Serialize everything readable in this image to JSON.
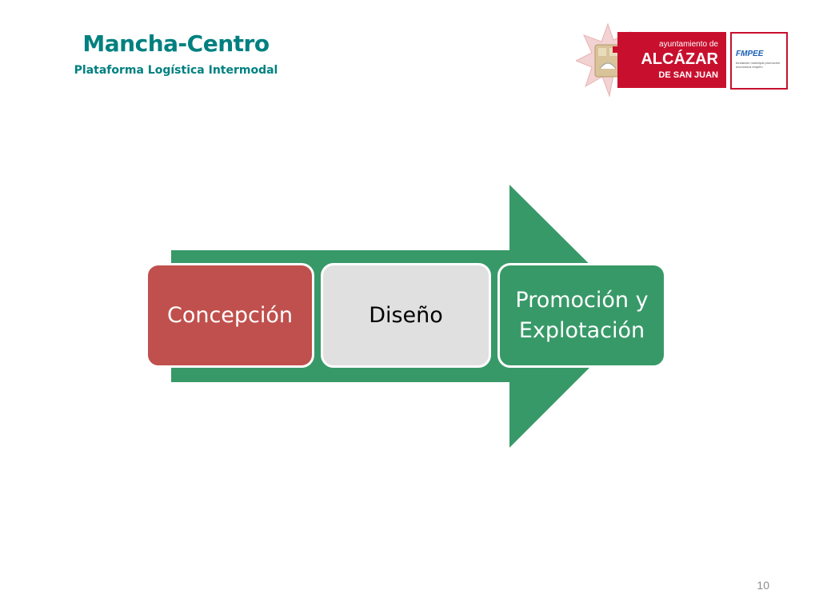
{
  "header": {
    "title": "Mancha-Centro",
    "subtitle": "Plataforma Logística Intermodal"
  },
  "logos": {
    "ayuntamiento": {
      "line1": "ayuntamiento de",
      "line2": "ALCÁZAR",
      "line3": "DE SAN JUAN"
    },
    "fmpee": {
      "name": "FMPEE",
      "tagline": "fundación municipal promoción económica empleo"
    }
  },
  "diagram": {
    "arrow_color": "#389968",
    "stages": [
      {
        "label": "Concepción",
        "color": "#c0504d"
      },
      {
        "label": "Diseño",
        "color": "#e0e0e0"
      },
      {
        "label": "Promoción y Explotación",
        "color": "#389968"
      }
    ]
  },
  "footer": {
    "page_number": "10"
  }
}
